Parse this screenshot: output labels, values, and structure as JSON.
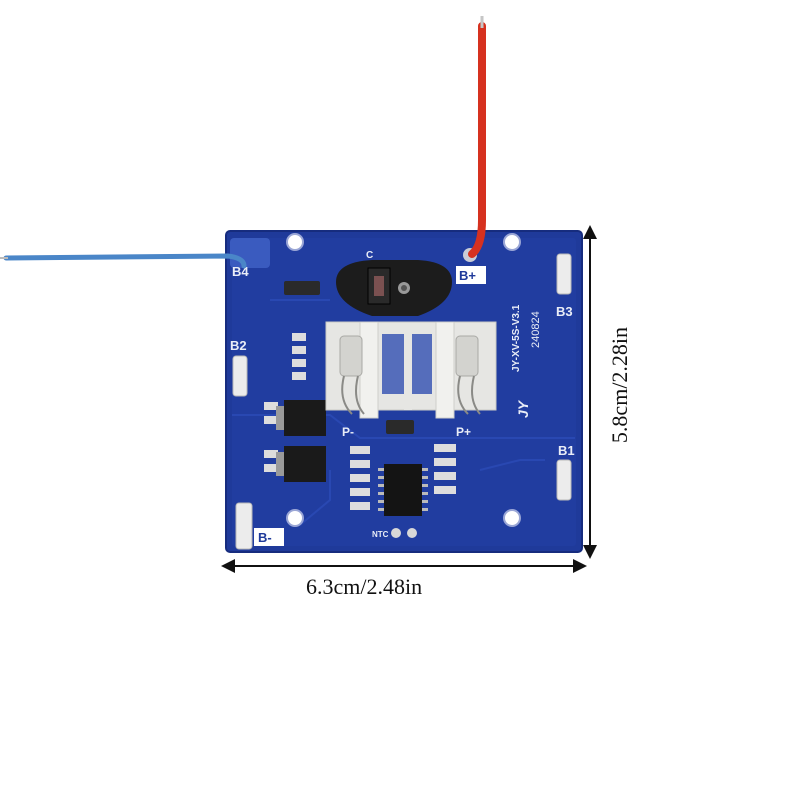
{
  "colors": {
    "board": "#1f3a9a",
    "board_edge": "#162c7e",
    "silk": "#e9edf7",
    "wire_red": "#d6311f",
    "wire_blue": "#4a86c8",
    "connector_white": "#e6e6e3",
    "connector_black": "#1c1c1c"
  },
  "board": {
    "silk_labels": {
      "b4": "B4",
      "b3": "B3",
      "b2": "B2",
      "b1": "B1",
      "b_minus": "B-",
      "b_plus": "B+",
      "p_minus": "P-",
      "p_plus": "P+",
      "model": "JY-XV-5S-V3.1",
      "date_code": "240824",
      "logo": "JY",
      "ntc": "NTC",
      "cap": "C"
    }
  },
  "dimensions": {
    "width_label": "6.3cm/2.48in",
    "height_label": "5.8cm/2.28in"
  }
}
